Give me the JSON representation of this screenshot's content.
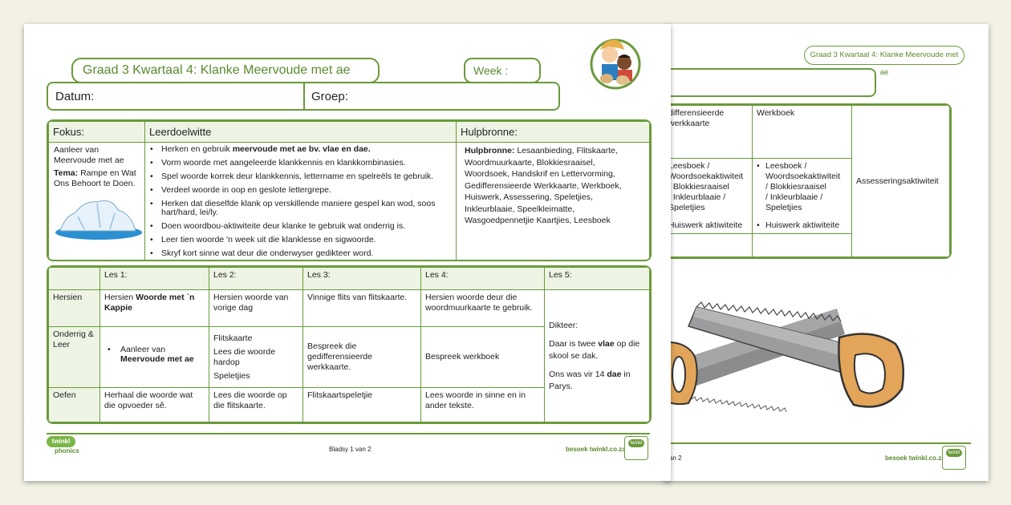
{
  "back": {
    "title_pill": "Graad 3 Kwartaal 4: Klanke Meervoude met ae",
    "col_partial": "differensieerde\nwerkkaarte",
    "col_werkboek": "Werkboek",
    "left_lines": [
      "Leesboek /",
      "Woordsoekaktiwiteit",
      "/ Blokkiesraaisel",
      "/ Inkleurblaaie /",
      "Speletjies"
    ],
    "left_huiswerk": "Huiswerk aktiwiteite",
    "mid_lines": [
      "Leesboek /",
      "Woordsoekaktiwiteit",
      "/ Blokkiesraaisel",
      "/ Inkleurblaaie /",
      "Speletjies"
    ],
    "mid_huiswerk": "Huiswerk aktiwiteite",
    "assessering": "Assesseringsaktiwiteit",
    "page_partial": "van 2",
    "url": "besoek twinkl.co.za"
  },
  "front": {
    "title": "Graad 3 Kwartaal 4: Klanke Meervoude met ae",
    "week_label": "Week :",
    "datum_label": "Datum:",
    "groep_label": "Groep:",
    "fokus_header": "Fokus:",
    "leerdoel_header": "Leerdoelwitte",
    "hulp_header": "Hulpbronne:",
    "fokus_text": "Aanleer van Meervoude met ae",
    "tema_bold": "Tema:",
    "tema_text": " Rampe en Wat Ons Behoort te Doen.",
    "leerdoel_first_pre": "Herken en gebruik ",
    "leerdoel_first_bold": "meervoude met ae bv. vlae en dae.",
    "leerdoel_items": [
      "Vorm woorde met aangeleerde klankkennis en klankkombinasies.",
      "Spel woorde korrek deur klankkennis, lettername en spelreëls te gebruik.",
      "Verdeel woorde in oop en geslote lettergrepe.",
      "Herken dat dieselfde klank op verskillende maniere gespel kan wod, soos hart/hard, lei/ly.",
      "Doen woordbou-aktiwiteite deur klanke te gebruik wat onderrig is.",
      "Leer tien woorde 'n week uit die klanklesse en sigwoorde.",
      "Skryf kort sinne wat deur die onderwyser gedikteer word."
    ],
    "hulp_bold": "Hulpbronne:",
    "hulp_text": " Lesaanbieding, Flitskaarte, Woordmuurkaarte, Blokkiesraaisel, Woordsoek, Handskrif en Lettervorming, Gedifferensieerde Werkkaarte, Werkboek, Huiswerk, Assessering, Speletjies, Inkleurblaaie, Speelkleimatte, Wasgoedpennetjie Kaartjies, Leesboek",
    "lessons": [
      "Les 1:",
      "Les 2:",
      "Les 3:",
      "Les 4:",
      "Les 5:"
    ],
    "rows": {
      "hersien": "Hersien",
      "onderrig": "Onderrig & Leer",
      "oefen": "Oefen"
    },
    "hersien_l1_pre": "Hersien ",
    "hersien_l1_bold": "Woorde met `n Kappie",
    "hersien_l2": "Hersien woorde van vorige dag",
    "hersien_l3": "Vinnige flits van flitskaarte.",
    "hersien_l4": "Hersien woorde deur die woordmuurkaarte te gebruik.",
    "onderrig_l1_pre": "Aanleer van ",
    "onderrig_l1_bold": "Meervoude met ae",
    "onderrig_l2_a": "Flitskaarte",
    "onderrig_l2_b": "Lees die woorde hardop",
    "onderrig_l2_c": "Speletjies",
    "onderrig_l3": "Bespreek die gedifferensieerde werkkaarte.",
    "onderrig_l4": "Bespreek werkboek",
    "l5_dikteer": "Dikteer:",
    "l5_s1_pre": "Daar is twee ",
    "l5_s1_bold": "vlae",
    "l5_s1_post": " op die skool se dak.",
    "l5_s2_pre": "Ons was vir 14 ",
    "l5_s2_bold": "dae",
    "l5_s2_post": " in Parys.",
    "oefen_l1": "Herhaal die woorde wat die opvoeder sê.",
    "oefen_l2": "Lees die woorde op die flitskaarte.",
    "oefen_l3": "Flitskaartspeletjie",
    "oefen_l4": "Lees woorde in sinne en in ander tekste.",
    "page": "Bladsy 1 van 2",
    "url": "besoek twinkl.co.za",
    "logo_top": "twinkl",
    "logo_bottom": "phonics",
    "badge": "twinkl"
  }
}
